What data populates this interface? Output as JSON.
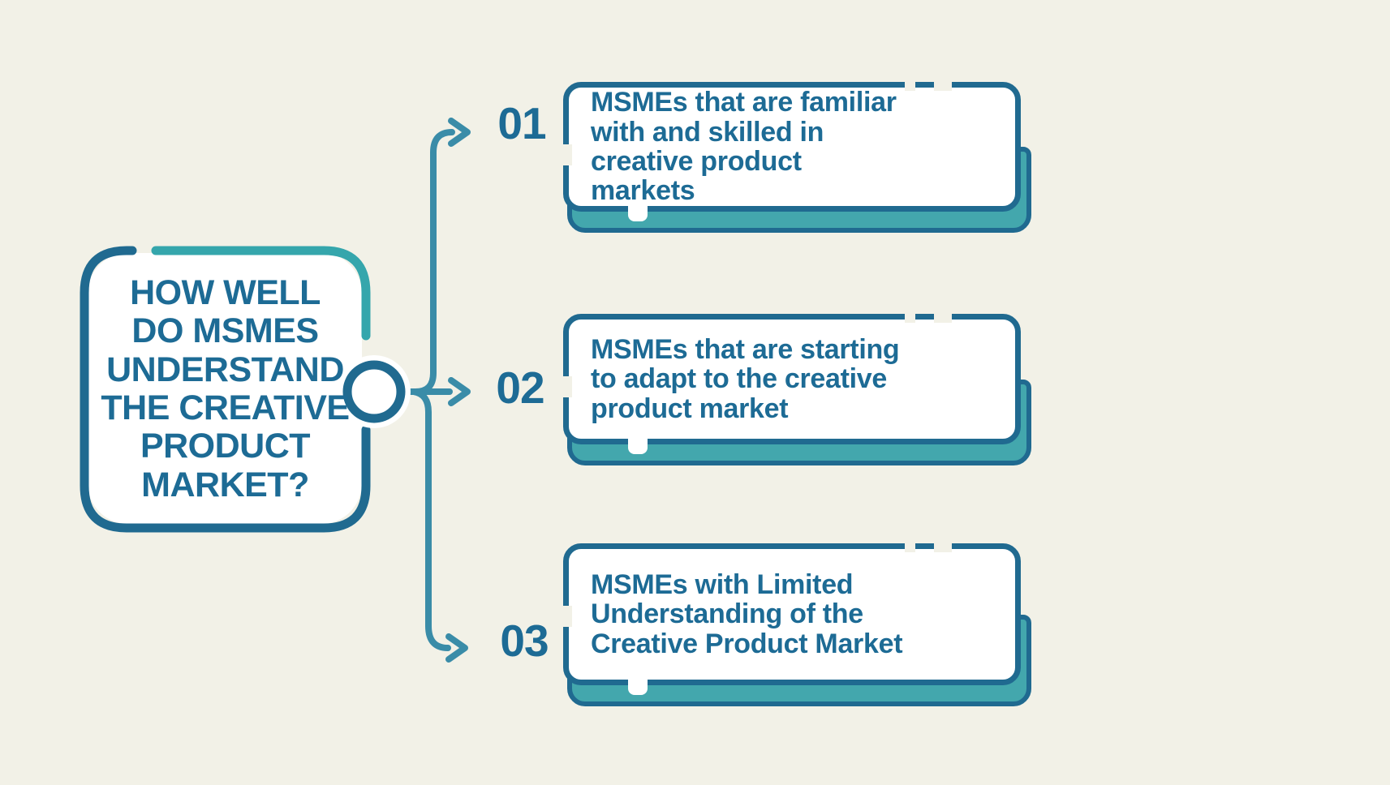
{
  "colors": {
    "canvas_bg": "#f2f1e7",
    "dark_blue": "#206a90",
    "teal": "#43a7ad",
    "teal_arc": "#35a6ac",
    "line_blue": "#3a8ca8",
    "text_blue": "#1d6b95",
    "card_bg": "#ffffff"
  },
  "title_card": {
    "lines": [
      "HOW WELL",
      "DO MSMES",
      "UNDERSTAND",
      "THE CREATIVE",
      "PRODUCT",
      "MARKET?"
    ]
  },
  "branches": [
    {
      "number": "01",
      "lines": [
        "MSMEs that are familiar",
        "with and skilled in",
        "creative product",
        "markets"
      ]
    },
    {
      "number": "02",
      "lines": [
        "MSMEs that are starting",
        "to adapt to the creative",
        "product market"
      ]
    },
    {
      "number": "03",
      "lines": [
        "MSMEs with Limited",
        "Understanding of the",
        "Creative Product Market"
      ]
    }
  ]
}
